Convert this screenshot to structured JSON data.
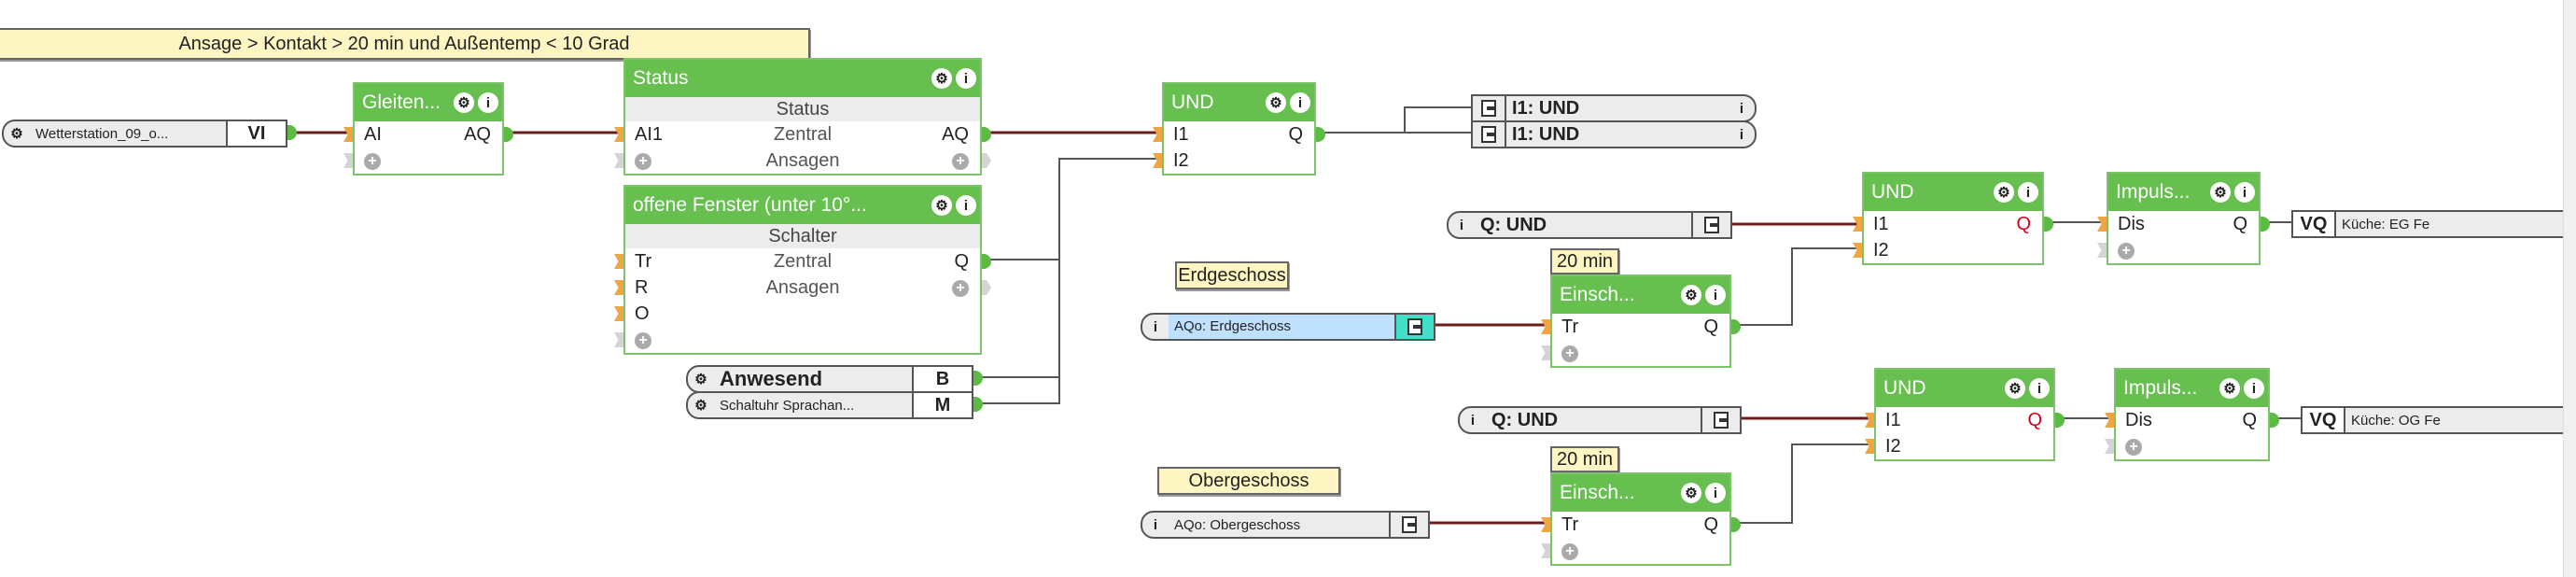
{
  "comments": {
    "title": "Ansage > Kontakt > 20 min und Außentemp < 10 Grad",
    "eg": "Erdgeschoss",
    "og": "Obergeschoss",
    "timer_eg": "20 min",
    "timer_og": "20 min"
  },
  "blocks": {
    "gleiten": {
      "title": "Gleiten...",
      "rows": [
        {
          "in": "AI",
          "out": "AQ"
        },
        {
          "in_add": true
        }
      ]
    },
    "status": {
      "title": "Status",
      "sub": "Status",
      "rows": [
        {
          "in": "AI1",
          "mid": "Zentral",
          "out": "AQ"
        },
        {
          "in_add": true,
          "mid": "Ansagen",
          "out_add": true
        }
      ]
    },
    "fenster": {
      "title": "offene Fenster (unter 10°...",
      "sub": "Schalter",
      "rows": [
        {
          "in": "Tr",
          "mid": "Zentral",
          "out": "Q"
        },
        {
          "in": "R",
          "mid": "Ansagen",
          "out_add": true
        },
        {
          "in": "O"
        },
        {
          "in_add": true
        }
      ]
    },
    "und1": {
      "title": "UND",
      "rows": [
        {
          "in": "I1",
          "out": "Q"
        },
        {
          "in": "I2"
        }
      ]
    },
    "und_eg": {
      "title": "UND",
      "rows": [
        {
          "in": "I1",
          "out": "Q",
          "out_color": "#d0021b"
        },
        {
          "in": "I2"
        }
      ]
    },
    "impuls_eg": {
      "title": "Impuls...",
      "rows": [
        {
          "in": "Dis",
          "out": "Q"
        },
        {
          "in_add": true
        }
      ]
    },
    "einsch_eg": {
      "title": "Einsch...",
      "rows": [
        {
          "in": "Tr",
          "out": "Q"
        },
        {
          "in_add": true
        }
      ]
    },
    "und_og": {
      "title": "UND",
      "rows": [
        {
          "in": "I1",
          "out": "Q",
          "out_color": "#d0021b"
        },
        {
          "in": "I2"
        }
      ]
    },
    "impuls_og": {
      "title": "Impuls...",
      "rows": [
        {
          "in": "Dis",
          "out": "Q"
        },
        {
          "in_add": true
        }
      ]
    },
    "einsch_og": {
      "title": "Einsch...",
      "rows": [
        {
          "in": "Tr",
          "out": "Q"
        },
        {
          "in_add": true
        }
      ]
    }
  },
  "refs": {
    "wetter": {
      "icon": "gear-icon",
      "label": "Wetterstation_09_o...",
      "tag": "VI"
    },
    "anwesend": {
      "icon": "gear-icon",
      "label": "Anwesend",
      "tag": "B",
      "bold": true
    },
    "schaltuhr": {
      "icon": "gear-icon",
      "label": "Schaltuhr Sprachan...",
      "tag": "M"
    },
    "out1": {
      "icon": "output-ref-icon",
      "label": "I1: UND",
      "right_icon": "info-icon"
    },
    "out2": {
      "icon": "output-ref-icon",
      "label": "I1: UND",
      "right_icon": "info-icon"
    },
    "qund_eg": {
      "icon": "info-icon",
      "label": "Q: UND",
      "right_icon": "output-ref-icon"
    },
    "aqo_eg": {
      "icon": "info-icon",
      "label": "AQo: Erdgeschoss",
      "right_icon": "output-ref-icon",
      "highlight": "#bfe0ff",
      "icon_bg": "#40e0c8"
    },
    "vq_eg": {
      "tag_left": "VQ",
      "label": "Küche: EG Fe"
    },
    "qund_og": {
      "icon": "info-icon",
      "label": "Q: UND",
      "right_icon": "output-ref-icon"
    },
    "aqo_og": {
      "icon": "info-icon",
      "label": "AQo: Obergeschoss",
      "right_icon": "output-ref-icon"
    },
    "vq_og": {
      "tag_left": "VQ",
      "label": "Küche: OG Fe"
    }
  },
  "colors": {
    "block_header": "#66bf4f",
    "analog_wire": "#6b1d1d",
    "digital_wire": "#555555",
    "comment_bg": "#fdf6c3"
  }
}
